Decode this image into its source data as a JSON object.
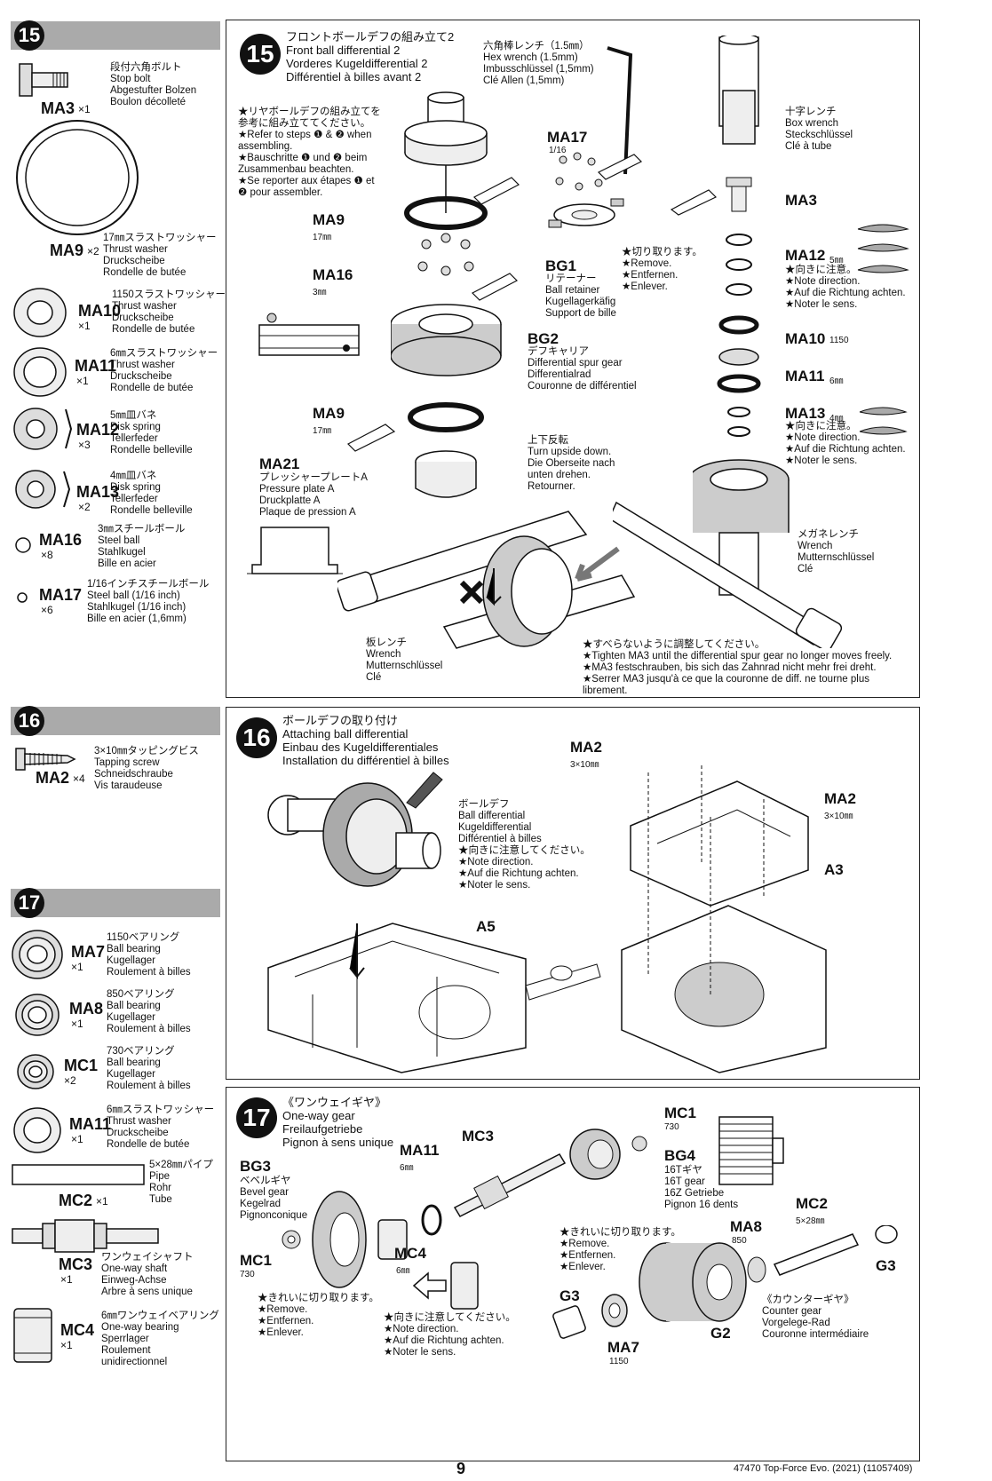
{
  "page_number": "9",
  "footer_id": "47470 Top-Force Evo. (2021) (11057409)",
  "steps": {
    "s15": {
      "number": "15",
      "title": "フロントボールデフの組み立て2\nFront ball differential 2\nVorderes Kugeldifferential 2\nDifférentiel à billes avant 2",
      "note_ref": "★リヤボールデフの組み立てを\n参考に組み立ててください。\n★Refer to steps ❶ & ❷ when\nassembling.\n★Bauschritte ❶ und ❷ beim\nZusammenbau beachten.\n★Se reporter aux étapes ❶ et\n❷ pour assembler.",
      "hex_wrench": "六角棒レンチ（1.5㎜）\nHex wrench (1.5mm)\nImbusschlüssel (1,5mm)\nClé Allen (1,5mm)",
      "box_wrench": "十字レンチ\nBox wrench\nSteckschlüssel\nClé à tube",
      "bg1": "リテーナー\nBall retainer\nKugellagerkäfig\nSupport de bille",
      "bg2": "デフキャリア\nDifferential spur gear\nDifferentialrad\nCouronne de différentiel",
      "ma21": "プレッシャープレートA\nPressure plate A\nDruckplatte A\nPlaque de pression A",
      "upside": "上下反転\nTurn upside down.\nDie Oberseite nach\nunten drehen.\nRetourner.",
      "remove": "★切り取ります。\n★Remove.\n★Entfernen.\n★Enlever.",
      "direction": "★向きに注意。\n★Note direction.\n★Auf die Richtung achten.\n★Noter le sens.",
      "wrench1": "メガネレンチ\nWrench\nMutternschlüssel\nClé",
      "wrench2": "板レンチ\nWrench\nMutternschlüssel\nClé",
      "tighten": "★すべらないように調整してください。\n★Tighten MA3 until the differential spur gear no longer moves freely.\n★MA3 festschrauben, bis sich das Zahnrad nicht mehr frei dreht.\n★Serrer MA3 jusqu'à ce que la couronne de diff. ne tourne plus\nlibrement."
    },
    "s16": {
      "number": "16",
      "title": "ボールデフの取り付け\nAttaching ball differential\nEinbau des Kugeldifferentiales\nInstallation du différentiel à billes",
      "balldiff": "ボールデフ\nBall differential\nKugeldifferential\nDifférentiel à billes",
      "direction": "★向きに注意してください。\n★Note direction.\n★Auf die Richtung achten.\n★Noter le sens."
    },
    "s17": {
      "number": "17",
      "title": "《ワンウェイギヤ》\nOne-way gear\nFreilaufgetriebe\nPignon à sens unique",
      "bg3": "ベベルギヤ\nBevel gear\nKegelrad\nPignonconique",
      "bg4": "16Tギヤ\n16T gear\n16Z Getriebe\nPignon 16 dents",
      "counter": "《カウンターギヤ》\nCounter gear\nVorgelege-Rad\nCouronne intermédiaire",
      "remove": "★きれいに切り取ります。\n★Remove.\n★Entfernen.\n★Enlever.",
      "direction": "★向きに注意してください。\n★Note direction.\n★Auf die Richtung achten.\n★Noter le sens."
    }
  },
  "labels": {
    "MA2": "MA2",
    "MA3": "MA3",
    "MA7": "MA7",
    "MA8": "MA8",
    "MA9": "MA9",
    "MA10": "MA10",
    "MA11": "MA11",
    "MA12": "MA12",
    "MA13": "MA13",
    "MA16": "MA16",
    "MA17": "MA17",
    "MA21": "MA21",
    "MC1": "MC1",
    "MC2": "MC2",
    "MC3": "MC3",
    "MC4": "MC4",
    "BG1": "BG1",
    "BG2": "BG2",
    "BG3": "BG3",
    "BG4": "BG4",
    "A3": "A3",
    "A5": "A5",
    "G2": "G2",
    "G3": "G3",
    "mm17": "17㎜",
    "mm3": "3㎜",
    "mm5": "5㎜",
    "mm6": "6㎜",
    "mm4": "4㎜",
    "n1150": "1150",
    "n730": "730",
    "n850": "850",
    "n116": "1/16",
    "s3x10": "3×10㎜",
    "s5x28": "5×28㎜"
  },
  "parts15": [
    {
      "code": "MA3",
      "qty": "×1",
      "desc": "段付六角ボルト\nStop bolt\nAbgestufter Bolzen\nBoulon décolleté"
    },
    {
      "code": "MA9",
      "qty": "×2",
      "desc": "17㎜スラストワッシャー\nThrust washer\nDruckscheibe\nRondelle de butée"
    },
    {
      "code": "MA10",
      "qty": "×1",
      "desc": "1150スラストワッシャー\nThrust washer\nDruckscheibe\nRondelle de butée"
    },
    {
      "code": "MA11",
      "qty": "×1",
      "desc": "6㎜スラストワッシャー\nThrust washer\nDruckscheibe\nRondelle de butée"
    },
    {
      "code": "MA12",
      "qty": "×3",
      "desc": "5㎜皿バネ\nDisk spring\nTellerfeder\nRondelle belleville"
    },
    {
      "code": "MA13",
      "qty": "×2",
      "desc": "4㎜皿バネ\nDisk spring\nTellerfeder\nRondelle belleville"
    },
    {
      "code": "MA16",
      "qty": "×8",
      "desc": "3㎜スチールボール\nSteel ball\nStahlkugel\nBille en acier"
    },
    {
      "code": "MA17",
      "qty": "×6",
      "desc": "1/16インチスチールボール\nSteel ball (1/16 inch)\nStahlkugel (1/16 inch)\nBille en acier (1,6mm)"
    }
  ],
  "parts16": [
    {
      "code": "MA2",
      "qty": "×4",
      "desc": "3×10㎜タッピングビス\nTapping screw\nSchneidschraube\nVis taraudeuse"
    }
  ],
  "parts17": [
    {
      "code": "MA7",
      "qty": "×1",
      "desc": "1150ベアリング\nBall bearing\nKugellager\nRoulement à billes"
    },
    {
      "code": "MA8",
      "qty": "×1",
      "desc": "850ベアリング\nBall bearing\nKugellager\nRoulement à billes"
    },
    {
      "code": "MC1",
      "qty": "×2",
      "desc": "730ベアリング\nBall bearing\nKugellager\nRoulement à billes"
    },
    {
      "code": "MA11",
      "qty": "×1",
      "desc": "6㎜スラストワッシャー\nThrust washer\nDruckscheibe\nRondelle de butée"
    },
    {
      "code": "MC2",
      "qty": "×1",
      "desc": "5×28㎜パイプ\nPipe\nRohr\nTube"
    },
    {
      "code": "MC3",
      "qty": "×1",
      "desc": "ワンウェイシャフト\nOne-way shaft\nEinweg-Achse\nArbre à sens unique"
    },
    {
      "code": "MC4",
      "qty": "×1",
      "desc": "6㎜ワンウェイベアリング\nOne-way bearing\nSperrlager\nRoulement\nunidirectionnel"
    }
  ],
  "colors": {
    "bar": "#aaaaaa",
    "ink": "#111111"
  }
}
